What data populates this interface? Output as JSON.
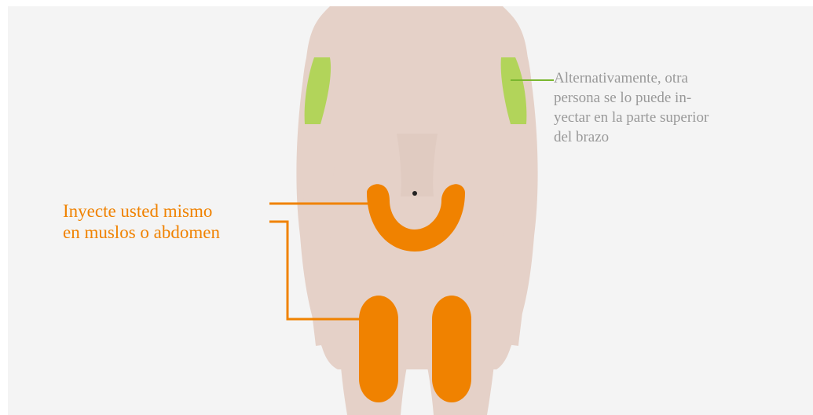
{
  "annotations": {
    "self_injection": {
      "lines": [
        "Inyecte usted mismo",
        "en muslos o abdomen"
      ]
    },
    "other_person": {
      "lines": [
        "Alternativamente, otra",
        "persona se lo puede in-",
        "yectar en la parte superior",
        "del brazo"
      ]
    }
  },
  "colors": {
    "background": "#f4f4f4",
    "body": "#e5d1c8",
    "body_shade": "#dcc6bc",
    "self_injection_zones": "#f08200",
    "other_person_zones": "#b2d45a",
    "other_person_text": "#999999",
    "navel": "#222222"
  },
  "zones": {
    "self_injection": [
      "abdomen",
      "left-thigh",
      "right-thigh"
    ],
    "other_person": [
      "left-upper-arm",
      "right-upper-arm"
    ]
  }
}
